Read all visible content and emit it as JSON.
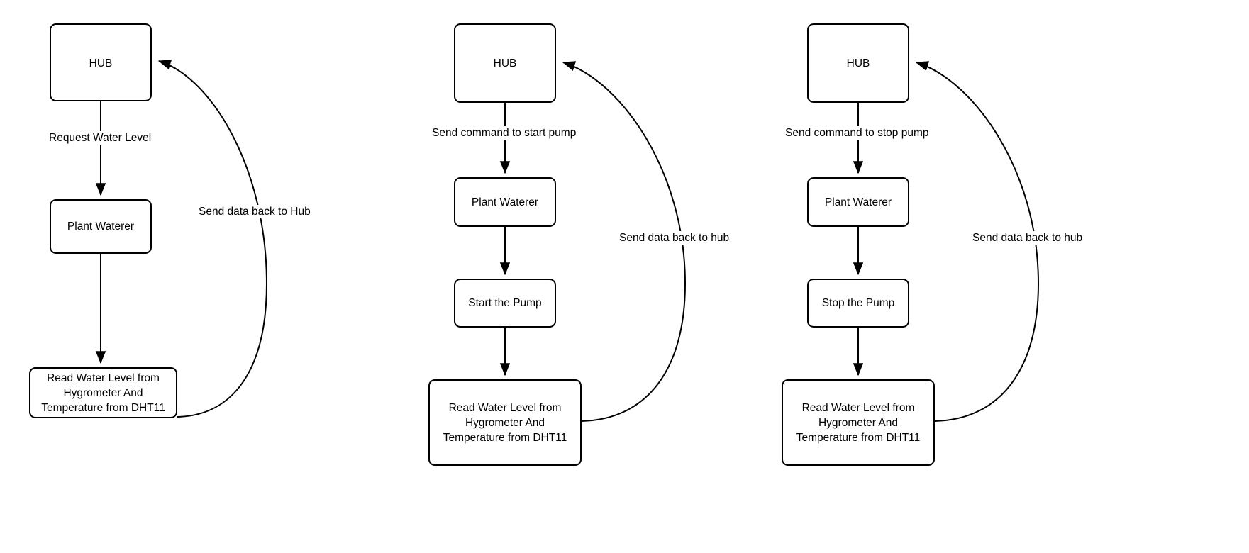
{
  "diagram": {
    "type": "flowchart",
    "background_color": "#ffffff",
    "stroke_color": "#000000",
    "text_color": "#000000",
    "panels": [
      {
        "id": "request-water-level",
        "nodes": [
          {
            "id": "hub",
            "label": "HUB"
          },
          {
            "id": "plant-waterer",
            "label": "Plant Waterer"
          },
          {
            "id": "read-sensors",
            "label": "Read Water Level from\nHygrometer And\nTemperature from DHT11"
          }
        ],
        "edges": [
          {
            "id": "hub-to-plant-waterer",
            "from": "hub",
            "to": "plant-waterer",
            "label": "Request Water Level"
          },
          {
            "id": "plant-waterer-to-read-sensors",
            "from": "plant-waterer",
            "to": "read-sensors",
            "label": ""
          },
          {
            "id": "read-sensors-to-hub",
            "from": "read-sensors",
            "to": "hub",
            "label": "Send data back to Hub"
          }
        ]
      },
      {
        "id": "start-pump",
        "nodes": [
          {
            "id": "hub",
            "label": "HUB"
          },
          {
            "id": "plant-waterer",
            "label": "Plant Waterer"
          },
          {
            "id": "pump-action",
            "label": "Start the Pump"
          },
          {
            "id": "read-sensors",
            "label": "Read Water Level from\nHygrometer And\nTemperature from DHT11"
          }
        ],
        "edges": [
          {
            "id": "hub-to-plant-waterer",
            "from": "hub",
            "to": "plant-waterer",
            "label": "Send command to start pump"
          },
          {
            "id": "plant-waterer-to-pump-action",
            "from": "plant-waterer",
            "to": "pump-action",
            "label": ""
          },
          {
            "id": "pump-action-to-read-sensors",
            "from": "pump-action",
            "to": "read-sensors",
            "label": ""
          },
          {
            "id": "read-sensors-to-hub",
            "from": "read-sensors",
            "to": "hub",
            "label": "Send data back to hub"
          }
        ]
      },
      {
        "id": "stop-pump",
        "nodes": [
          {
            "id": "hub",
            "label": "HUB"
          },
          {
            "id": "plant-waterer",
            "label": "Plant Waterer"
          },
          {
            "id": "pump-action",
            "label": "Stop the Pump"
          },
          {
            "id": "read-sensors",
            "label": "Read Water Level from\nHygrometer And\nTemperature from DHT11"
          }
        ],
        "edges": [
          {
            "id": "hub-to-plant-waterer",
            "from": "hub",
            "to": "plant-waterer",
            "label": "Send command to stop pump"
          },
          {
            "id": "plant-waterer-to-pump-action",
            "from": "plant-waterer",
            "to": "pump-action",
            "label": ""
          },
          {
            "id": "pump-action-to-read-sensors",
            "from": "pump-action",
            "to": "read-sensors",
            "label": ""
          },
          {
            "id": "read-sensors-to-hub",
            "from": "read-sensors",
            "to": "hub",
            "label": "Send data back to hub"
          }
        ]
      }
    ]
  }
}
